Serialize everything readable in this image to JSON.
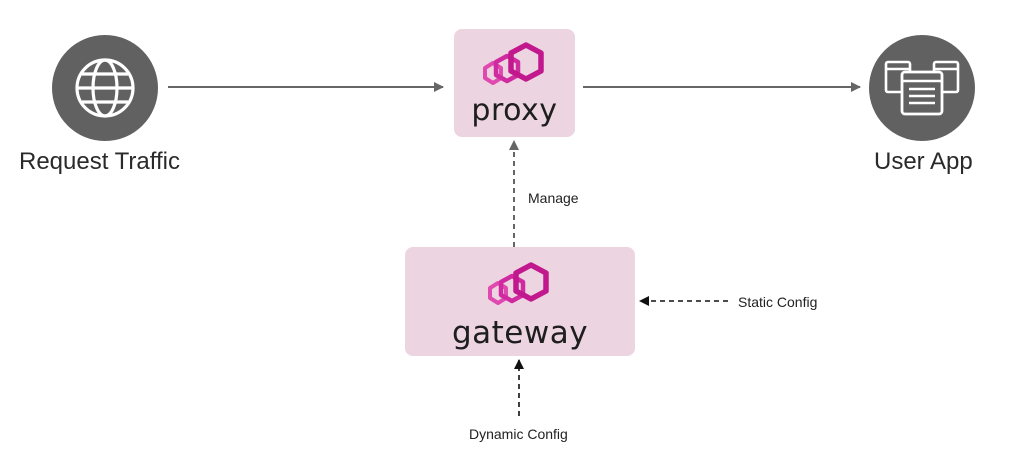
{
  "nodes": {
    "request_traffic": {
      "label": "Request Traffic",
      "icon": "globe-icon"
    },
    "proxy": {
      "label": "proxy",
      "icon": "envoy-logo-icon"
    },
    "user_app": {
      "label": "User App",
      "icon": "windows-stack-icon"
    },
    "gateway": {
      "label": "gateway",
      "icon": "envoy-logo-icon"
    }
  },
  "edges": {
    "manage": "Manage",
    "static_config": "Static Config",
    "dynamic_config": "Dynamic Config"
  },
  "colors": {
    "icon_circle": "#616161",
    "box_fill": "#ecd4e0",
    "logo_magenta": "#c2188e",
    "logo_pink": "#e04ab0",
    "arrow": "#666666"
  }
}
